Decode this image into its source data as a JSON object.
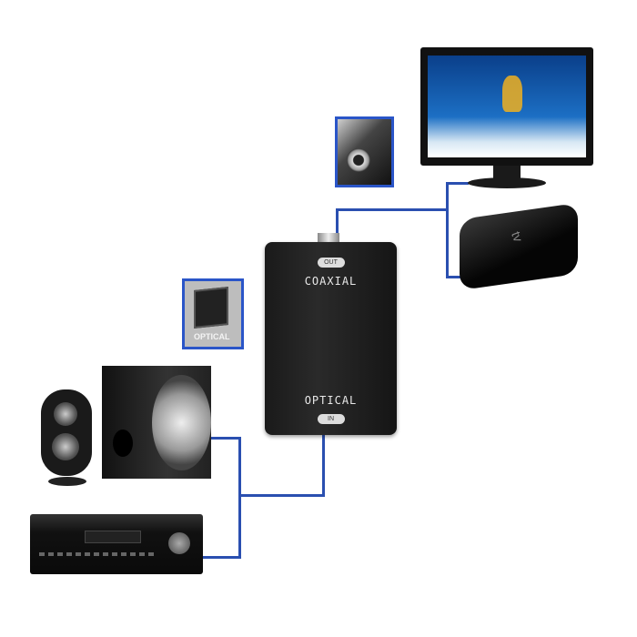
{
  "converter": {
    "out_label": "OUT",
    "coaxial_label": "COAXIAL",
    "optical_label": "OPTICAL",
    "in_label": "IN"
  },
  "optical_inset": {
    "label": "OPTICAL"
  },
  "apple_tv": {
    "logo_text": "tv"
  },
  "colors": {
    "wire": "#2a4fb0",
    "inset_border": "#2a55c8"
  }
}
